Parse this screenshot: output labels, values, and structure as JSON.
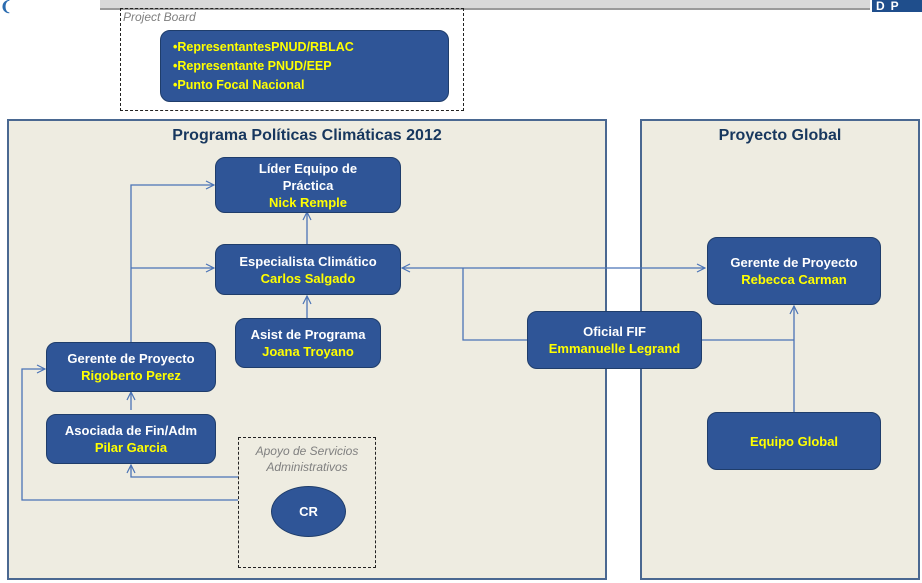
{
  "project_board": {
    "label": "Project Board",
    "items": [
      "•RepresentantesPNUD/RBLAC",
      "•Representante PNUD/EEP",
      "•Punto Focal Nacional"
    ]
  },
  "left_panel": {
    "title": "Programa Políticas Climáticas 2012",
    "lider": {
      "title_line1": "Líder Equipo de",
      "title_line2": "Práctica",
      "name": "Nick Remple"
    },
    "especialista": {
      "title": "Especialista Climático",
      "name": "Carlos Salgado"
    },
    "asist": {
      "title": "Asist de Programa",
      "name": "Joana Troyano"
    },
    "gerente": {
      "title": "Gerente de Proyecto",
      "name": "Rigoberto Perez"
    },
    "asociada": {
      "title": "Asociada de Fin/Adm",
      "name": "Pilar Garcia"
    },
    "apoyo": {
      "label_line1": "Apoyo de Servicios",
      "label_line2": "Administrativos",
      "cr": "CR"
    }
  },
  "oficial": {
    "title": "Oficial FIF",
    "name": "Emmanuelle Legrand"
  },
  "right_panel": {
    "title": "Proyecto Global",
    "gerente": {
      "title": "Gerente de Proyecto",
      "name": "Rebecca Carman"
    },
    "equipo": {
      "name": "Equipo Global"
    }
  },
  "colors": {
    "panel_bg": "#eeece1",
    "box_bg": "#2f5597",
    "name_text": "#ffff00",
    "title_text": "#17375e"
  }
}
